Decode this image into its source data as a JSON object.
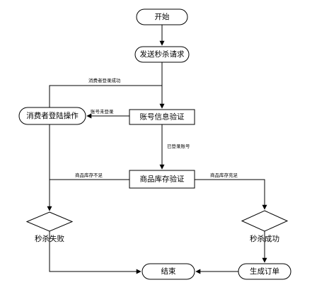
{
  "nodes": {
    "start": "开始",
    "send_request": "发送秒杀请求",
    "account_verify": "账号信息验证",
    "login_operation": "消费者登陆操作",
    "stock_verify": "商品库存验证",
    "seckill_fail": "秒杀失败",
    "seckill_success": "秒杀成功",
    "generate_order": "生成订单",
    "end": "结束"
  },
  "edges": {
    "login_success": "消费者登录成功",
    "account_not_logged_in": "账号未登录",
    "account_logged_in": "已登录账号",
    "stock_insufficient": "商品库存不足",
    "stock_sufficient": "商品库存充足"
  }
}
